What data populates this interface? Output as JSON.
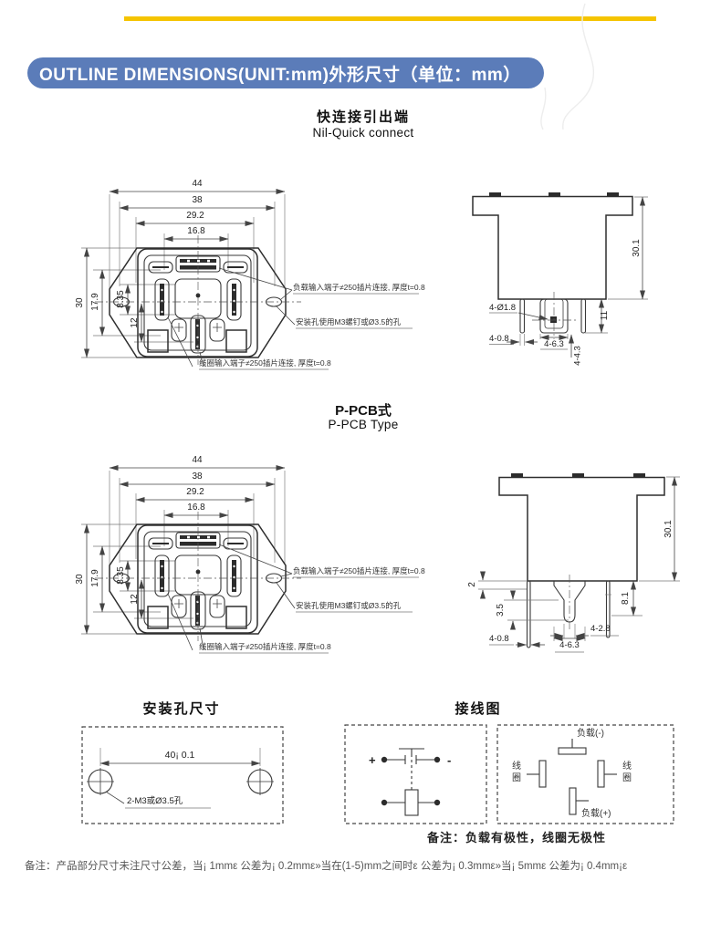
{
  "colors": {
    "accent_yellow": "#F5C400",
    "header_blue": "#5B7CB9"
  },
  "header": {
    "title": "OUTLINE DIMENSIONS(UNIT:mm)外形尺寸（单位：mm）"
  },
  "section1": {
    "title_cn": "快连接引出端",
    "title_en": "Nil-Quick connect",
    "topview": {
      "dims": {
        "w_outer": "44",
        "w_flange": "38",
        "w_body": "29.2",
        "w_inner": "16.8",
        "h_outer": "30",
        "h_body": "17.9",
        "h_upper": "8.35",
        "h_lower": "12"
      },
      "annotations": {
        "load": "负载输入端子≠250插片连接, 厚度t=0.8",
        "mount": "安装孔使用M3螺钉或Ø3.5的孔",
        "coil": "线圈输入端子≠250插片连接, 厚度t=0.8"
      }
    },
    "sideview": {
      "dims": {
        "height": "30.1",
        "pin_hole": "4-Ø1.8",
        "pin_len": "11",
        "pin_w": "4-0.8",
        "blade_w": "4-6.3",
        "blade_l": "4-4.3"
      }
    }
  },
  "section2": {
    "title_cn": "P-PCB式",
    "title_en": "P-PCB Type",
    "topview": {
      "dims": {
        "w_outer": "44",
        "w_flange": "38",
        "w_body": "29.2",
        "w_inner": "16.8",
        "h_outer": "30",
        "h_body": "17.9",
        "h_upper": "8.35",
        "h_lower": "12"
      },
      "annotations": {
        "load": "负载输入端子≠250插片连接, 厚度t=0.8",
        "mount": "安装孔使用M3螺钉或Ø3.5的孔",
        "coil": "线圈输入端子≠250插片连接, 厚度t=0.8"
      }
    },
    "sideview": {
      "dims": {
        "height": "30.1",
        "standoff": "2",
        "tip_len": "3.5",
        "pin_len": "8.1",
        "pin_w": "4-0.8",
        "stem_w": "4-2.8",
        "blade_w": "4-6.3"
      }
    }
  },
  "mounting": {
    "title": "安装孔尺寸",
    "span_dim": "40¡ 0.1",
    "hole_label": "2-M3或Ø3.5孔"
  },
  "wiring": {
    "title": "接线图",
    "plus": "+",
    "minus": "-",
    "load_neg": "负载(-)",
    "load_pos": "负载(+)",
    "coil_l1": "线",
    "coil_l2": "圈",
    "coil_r1": "线",
    "coil_r2": "圈",
    "note": "备注：负载有极性，线圈无极性"
  },
  "footer": {
    "tolerance": "备注：产品部分尺寸未注尺寸公差，当¡ 1mmε 公差为¡ 0.2mmε»当在(1-5)mm之间时ε 公差为¡ 0.3mmε»当¡ 5mmε 公差为¡ 0.4mm¡ε"
  }
}
